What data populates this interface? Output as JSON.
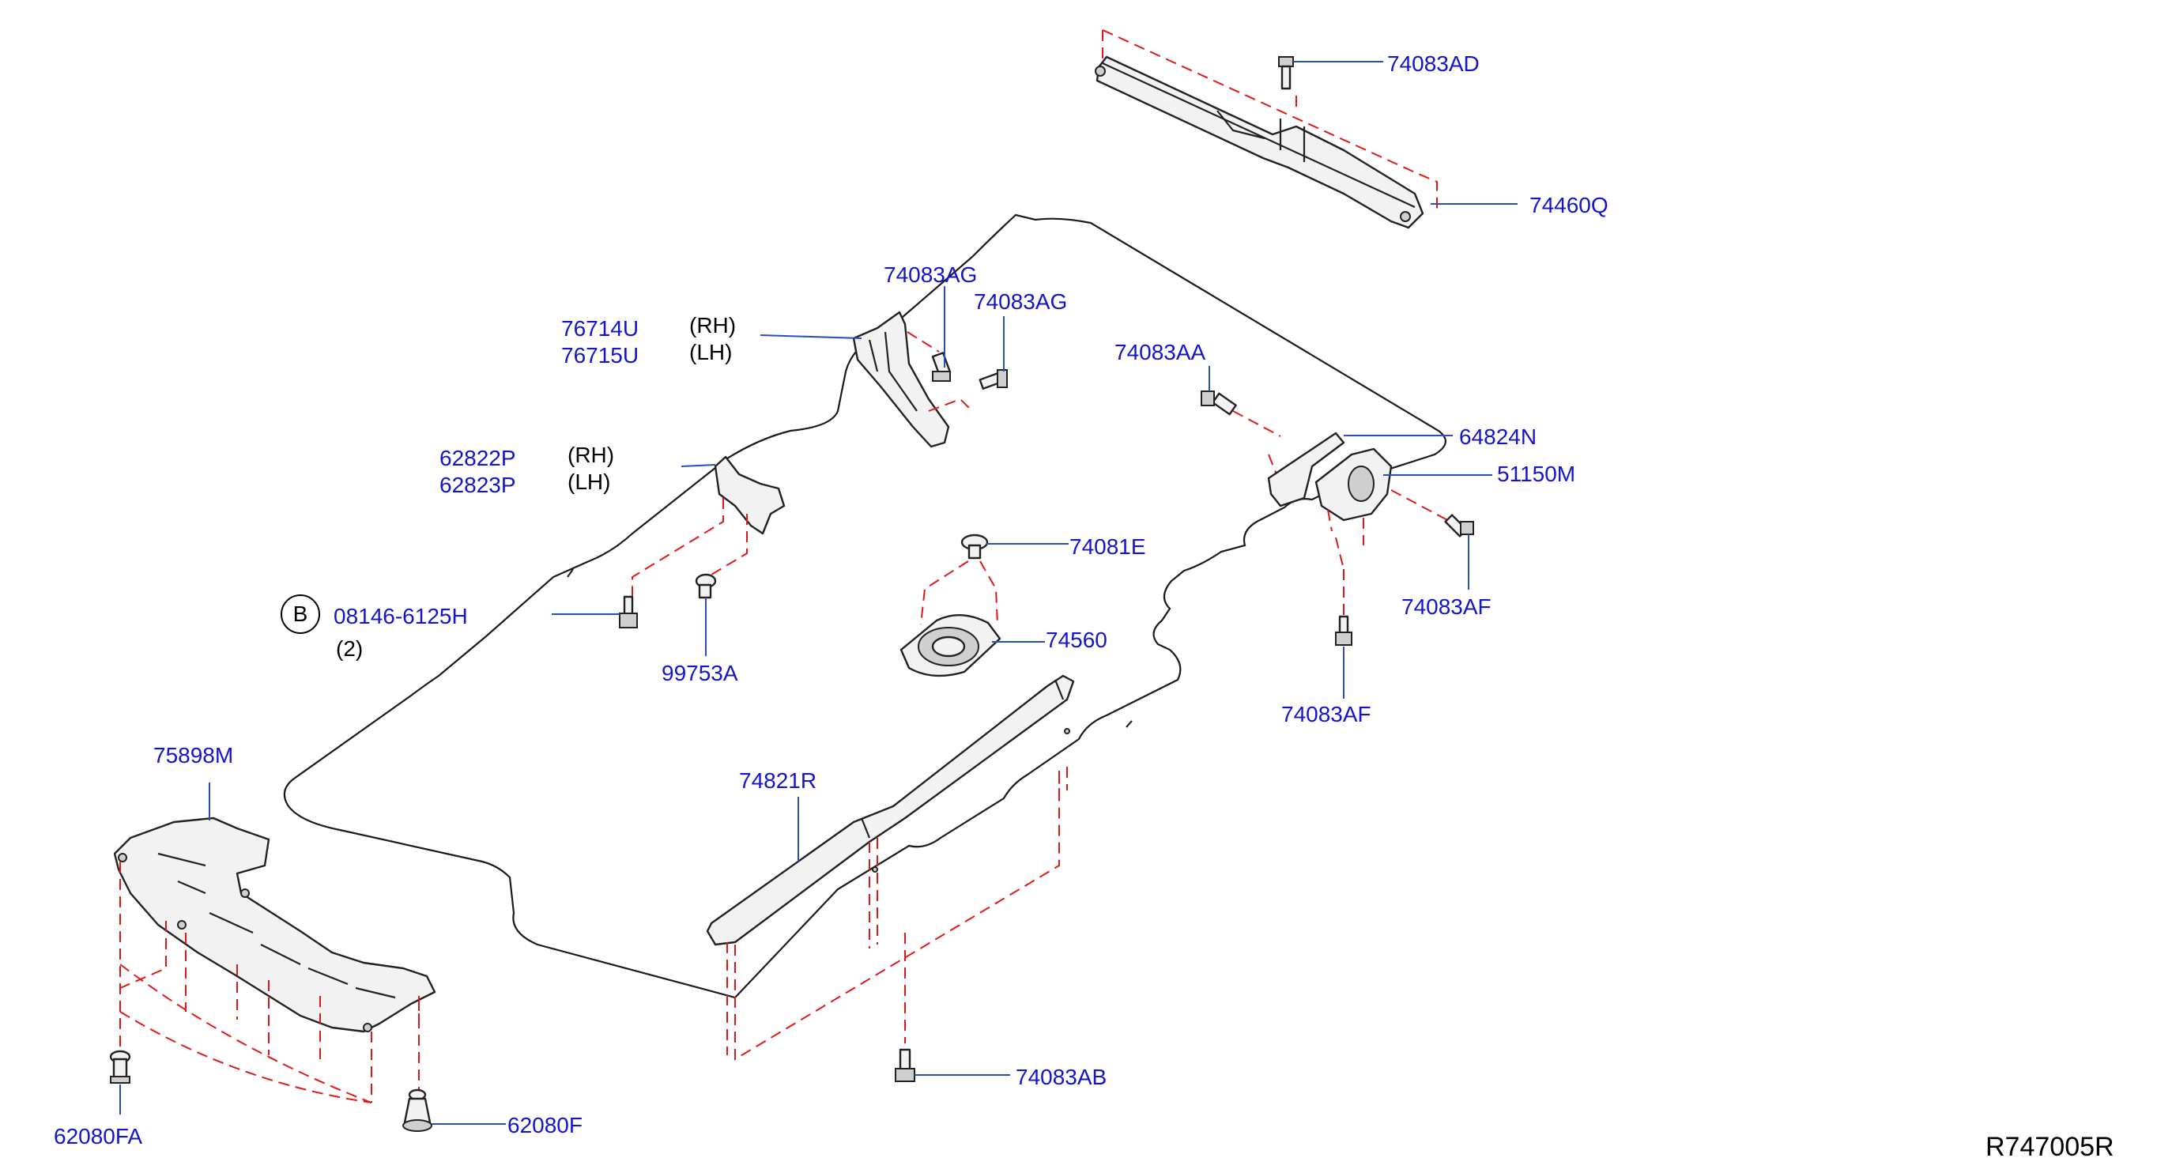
{
  "labels": {
    "p74083AD": "74083AD",
    "p74460Q": "74460Q",
    "p74083AG_a": "74083AG",
    "p74083AG_b": "74083AG",
    "p76714U": "76714U",
    "p76715U": "76715U",
    "rh1": "(RH)",
    "lh1": "(LH)",
    "p74083AA": "74083AA",
    "p64824N": "64824N",
    "p51150M": "51150M",
    "p62822P": "62822P",
    "p62823P": "62823P",
    "rh2": "(RH)",
    "lh2": "(LH)",
    "p74081E": "74081E",
    "p74083AF_a": "74083AF",
    "p74083AF_b": "74083AF",
    "b_symbol": "B",
    "p08146": "08146-6125H",
    "qty": "(2)",
    "p99753A": "99753A",
    "p74560": "74560",
    "p75898M": "75898M",
    "p74821R": "74821R",
    "p74083AB": "74083AB",
    "p62080FA": "62080FA",
    "p62080F": "62080F"
  },
  "figure_ref": "R747005R",
  "colors": {
    "label": "#1414c8",
    "leader": "#2b4fb8",
    "dashed": "#e01818",
    "outline": "#1a1a1a"
  }
}
